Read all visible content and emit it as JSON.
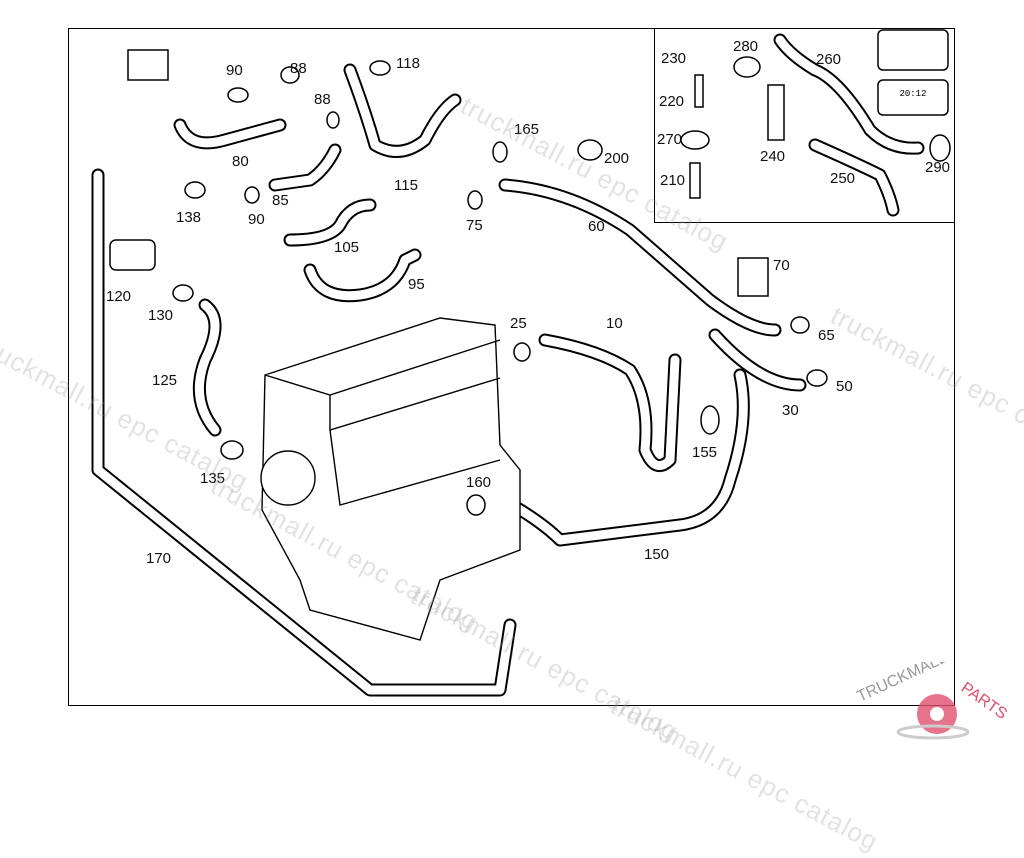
{
  "diagram": {
    "part_numbers": [
      "90",
      "88",
      "118",
      "88",
      "80",
      "85",
      "138",
      "90",
      "115",
      "165",
      "200",
      "75",
      "60",
      "105",
      "95",
      "120",
      "130",
      "70",
      "125",
      "25",
      "10",
      "65",
      "50",
      "30",
      "155",
      "135",
      "160",
      "150",
      "170"
    ],
    "inset_part_numbers": [
      "230",
      "280",
      "260",
      "220",
      "270",
      "240",
      "210",
      "250",
      "290"
    ],
    "inset_display": "20:12"
  },
  "watermark": {
    "text": "truckmall.ru epc catalog"
  },
  "logo": {
    "text_left": "TRUCKMALL",
    "text_right": "PARTS",
    "color": "#e0506e"
  }
}
